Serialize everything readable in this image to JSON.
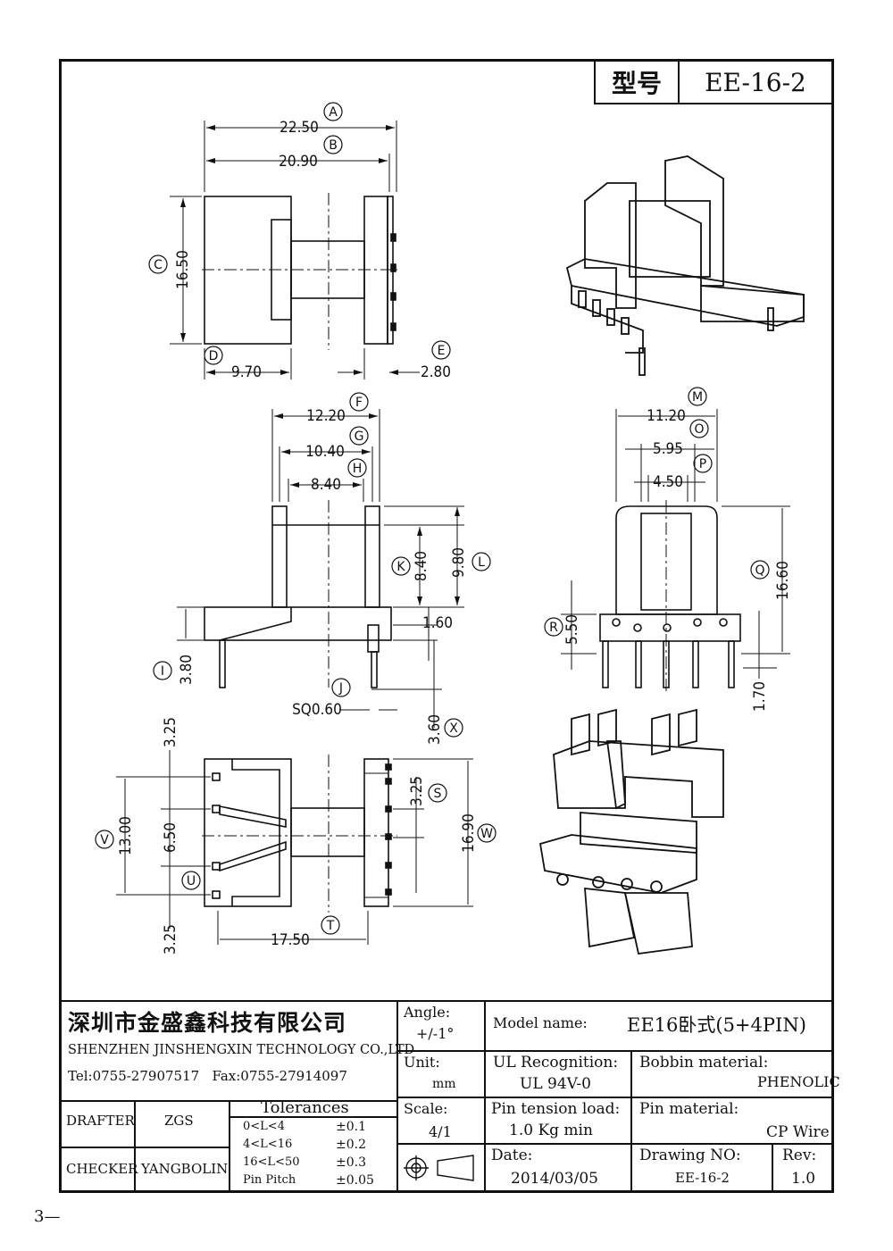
{
  "header": {
    "model_label": "型号",
    "model_value": "EE-16-2"
  },
  "dimensions": {
    "A": "22.50",
    "B": "20.90",
    "C": "16.50",
    "D": "9.70",
    "E": "2.80",
    "F": "12.20",
    "G": "10.40",
    "H": "8.40",
    "K": "8.40",
    "L": "9.80",
    "I": "3.80",
    "J": "SQ0.60",
    "X": "3.60",
    "pin_w": "1.60",
    "M": "11.20",
    "O": "5.95",
    "P": "4.50",
    "Q": "16.60",
    "R": "5.50",
    "pin_l": "1.70",
    "V": "13.00",
    "U": "6.50",
    "S": "3.25",
    "W": "16.90",
    "T": "17.50",
    "top_325": "3.25",
    "bot_325": "3.25"
  },
  "company": {
    "name_cn": "深圳市金盛鑫科技有限公司",
    "name_en": "SHENZHEN JINSHENGXIN TECHNOLOGY CO.,LTD",
    "contact": "Tel:0755-27907517   Fax:0755-27914097"
  },
  "people": {
    "drafter_label": "DRAFTER",
    "drafter": "ZGS",
    "checker_label": "CHECKER",
    "checker": "YANGBOLIN"
  },
  "tolerances": {
    "title": "Tolerances",
    "rows": [
      {
        "range": "0<L<4",
        "tol": "±0.1"
      },
      {
        "range": "4<L<16",
        "tol": "±0.2"
      },
      {
        "range": "16<L<50",
        "tol": "±0.3"
      },
      {
        "range": "Pin Pitch",
        "tol": "±0.05"
      }
    ]
  },
  "specs": {
    "angle_label": "Angle:",
    "angle": "+/-1°",
    "unit_label": "Unit:",
    "unit": "mm",
    "scale_label": "Scale:",
    "scale": "4/1",
    "model_name_label": "Model name:",
    "model_name": "EE16卧式(5+4PIN)",
    "ul_label": "UL Recognition:",
    "ul": "UL 94V-0",
    "bobbin_label": "Bobbin material:",
    "bobbin": "PHENOLIC",
    "pin_tension_label": "Pin tension load:",
    "pin_tension": "1.0 Kg min",
    "pin_material_label": "Pin material:",
    "pin_material": "CP Wire",
    "date_label": "Date:",
    "date": "2014/03/05",
    "drawing_no_label": "Drawing NO:",
    "drawing_no": "EE-16-2",
    "rev_label": "Rev:",
    "rev": "1.0"
  },
  "footer_mark": "3—"
}
